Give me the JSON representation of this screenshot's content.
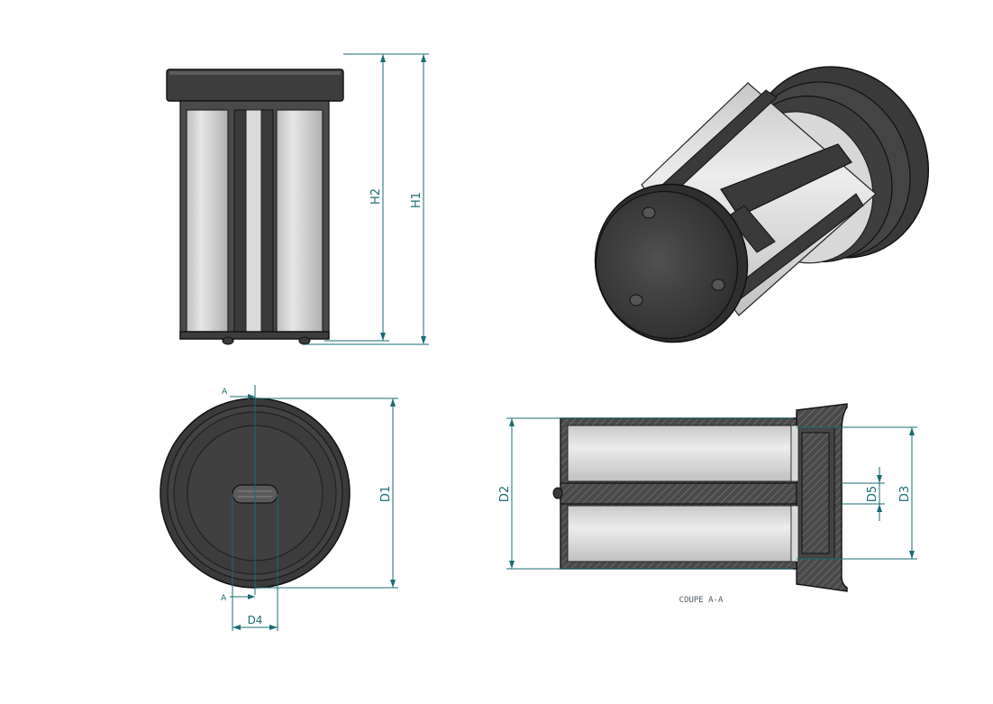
{
  "labels": {
    "h1": "H1",
    "h2": "H2",
    "d1": "D1",
    "d2": "D2",
    "d3": "D3",
    "d4": "D4",
    "d5": "D5",
    "section_mark_top": "A",
    "section_mark_bottom": "A",
    "section_caption": "COUPE A-A"
  },
  "colors": {
    "dimension": "#1a6b73",
    "part_dark": "#3d3d3d",
    "glass_light": "#dcdcdc",
    "background": "#ffffff"
  }
}
